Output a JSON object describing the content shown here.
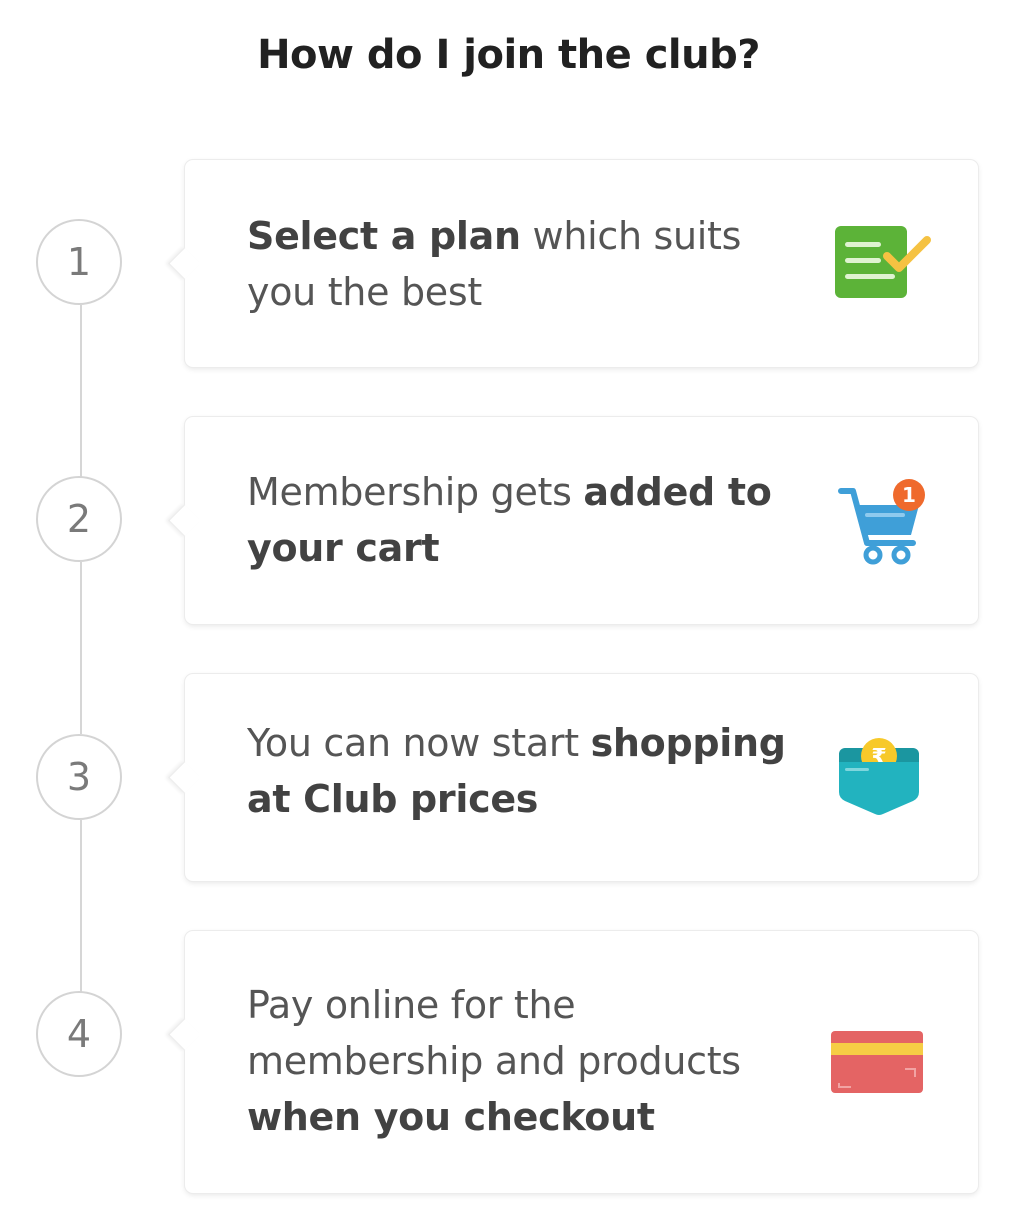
{
  "header": {
    "title": "How do I join the club?"
  },
  "steps": [
    {
      "number": "1",
      "bold_1": "Select a plan",
      "text_1": " which suits you the best",
      "bold_2": "",
      "text_2": "",
      "icon": "checklist-icon"
    },
    {
      "number": "2",
      "bold_1": "",
      "text_1": "Membership gets ",
      "bold_2": "added to your cart",
      "text_2": "",
      "icon": "cart-icon",
      "cart_badge": "1"
    },
    {
      "number": "3",
      "bold_1": "",
      "text_1": "You can now start ",
      "bold_2": "shopping at Club prices",
      "text_2": "",
      "icon": "wallet-rupee-icon",
      "coin_symbol": "₹"
    },
    {
      "number": "4",
      "bold_1": "",
      "text_1": "Pay online for the membership and products ",
      "bold_2": "when you checkout",
      "text_2": "",
      "icon": "credit-card-icon"
    }
  ],
  "colors": {
    "title": "#212121",
    "timeline": "#d6d6d6",
    "checklist_green": "#5cb338",
    "check_yellow": "#f5c242",
    "cart_blue": "#3f9fd8",
    "badge_orange": "#ef6a2d",
    "wallet_teal": "#22b3bf",
    "coin_yellow": "#f7c92a",
    "card_red": "#e46464",
    "card_stripe": "#f6cd45"
  }
}
